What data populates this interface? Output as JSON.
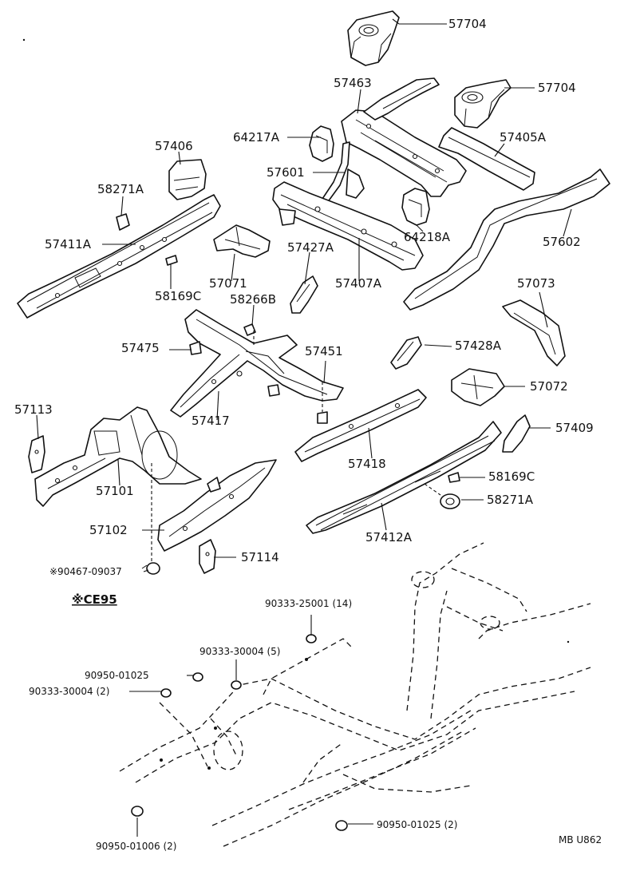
{
  "labels": {
    "p57704_top": "57704",
    "p57463": "57463",
    "p57704_right": "57704",
    "p64217a": "64217A",
    "p57405a": "57405A",
    "p57406": "57406",
    "p57601": "57601",
    "p58271a_left": "58271A",
    "p64218a": "64218A",
    "p57411a": "57411A",
    "p57602": "57602",
    "p57427a": "57427A",
    "p57071": "57071",
    "p57407a": "57407A",
    "p58169c_left": "58169C",
    "p58266b": "58266B",
    "p57073": "57073",
    "p57475": "57475",
    "p57451": "57451",
    "p57428a": "57428A",
    "p57113": "57113",
    "p57072": "57072",
    "p57417": "57417",
    "p57409": "57409",
    "p57418": "57418",
    "p58169c_right": "58169C",
    "p57101": "57101",
    "p58271a_right": "58271A",
    "p57102": "57102",
    "p57412a": "57412A",
    "p57114": "57114",
    "p90467": "※90467-09037",
    "p90333_25001": "90333-25001 (14)",
    "p90333_30004_5": "90333-30004 (5)",
    "p90950_01025": "90950-01025",
    "p90333_30004_2": "90333-30004 (2)",
    "p90950_01025_2": "90950-01025 (2)",
    "p90950_01006_2": "90950-01006 (2)"
  },
  "note": "※CE95",
  "footer": "MB  U862"
}
